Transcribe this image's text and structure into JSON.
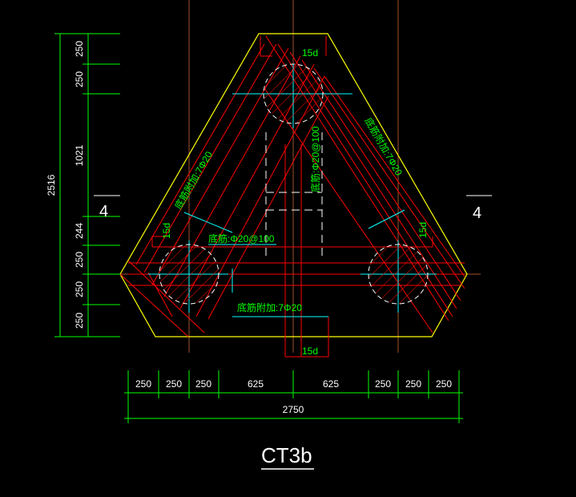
{
  "title": "CT3b",
  "section_marks": {
    "left": "4",
    "right": "4"
  },
  "left_dims": {
    "total": "2516",
    "segments": [
      "250",
      "250",
      "1021",
      "244",
      "250",
      "250",
      "250"
    ]
  },
  "bottom_dims": {
    "total": "2750",
    "segments": [
      "250",
      "250",
      "250",
      "625",
      "625",
      "250",
      "250",
      "250"
    ]
  },
  "annotations": {
    "anchor_top": "15d",
    "anchor_left": "15d",
    "anchor_right": "15d",
    "anchor_bottom": "15d",
    "left_leg_extra": "底筋附加:7Φ20",
    "right_leg_extra": "底筋附加:7Φ20",
    "center_bottom_bar": "底筋:Φ20@100",
    "vertical_bottom_bar": "底筋:Φ20@100",
    "bottom_extra": "底筋附加:7Φ20"
  },
  "colors": {
    "outline": "#ffff00",
    "rebar": "#ff0000",
    "dimension": "#00ff00",
    "text": "#ffffff",
    "axis": "#00ffff",
    "pile": "#ffffff"
  }
}
